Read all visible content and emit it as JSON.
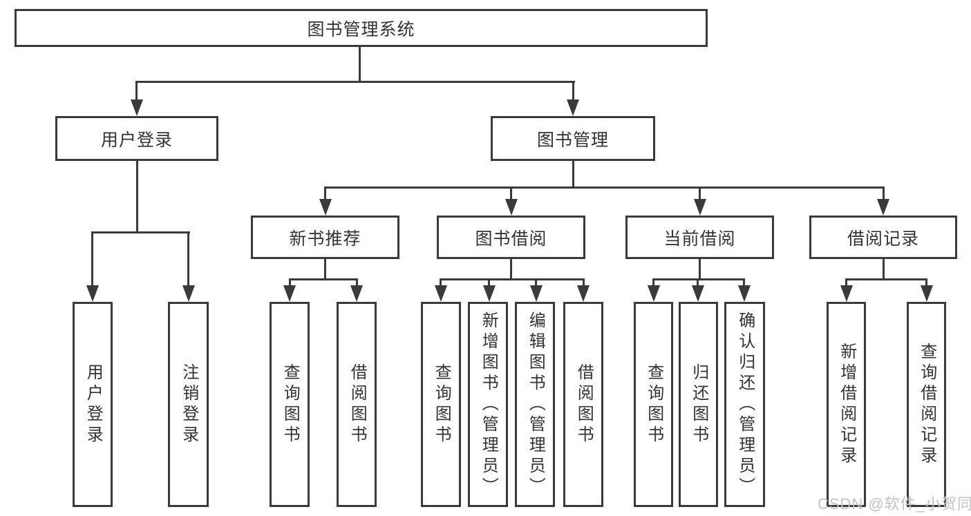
{
  "diagram": {
    "root": {
      "label": "图书管理系统"
    },
    "level2": [
      {
        "label": "用户登录"
      },
      {
        "label": "图书管理"
      }
    ],
    "level3": [
      {
        "label": "新书推荐"
      },
      {
        "label": "图书借阅"
      },
      {
        "label": "当前借阅"
      },
      {
        "label": "借阅记录"
      }
    ],
    "leaves": {
      "login": [
        "用户登录",
        "注销登录"
      ],
      "newbook": [
        "查询图书",
        "借阅图书"
      ],
      "borrow": [
        "查询图书",
        "新增图书（管理员）",
        "编辑图书（管理员）",
        "借阅图书"
      ],
      "current": [
        "查询图书",
        "归还图书",
        "确认归还（管理员）"
      ],
      "records": [
        "新增借阅记录",
        "查询借阅记录"
      ]
    }
  },
  "watermark": {
    "text": "CSDN @软件_小贺同学"
  },
  "colors": {
    "line": "#3a3a3a",
    "text": "#333333",
    "watermark": "#c3c3c3",
    "background": "#ffffff"
  }
}
